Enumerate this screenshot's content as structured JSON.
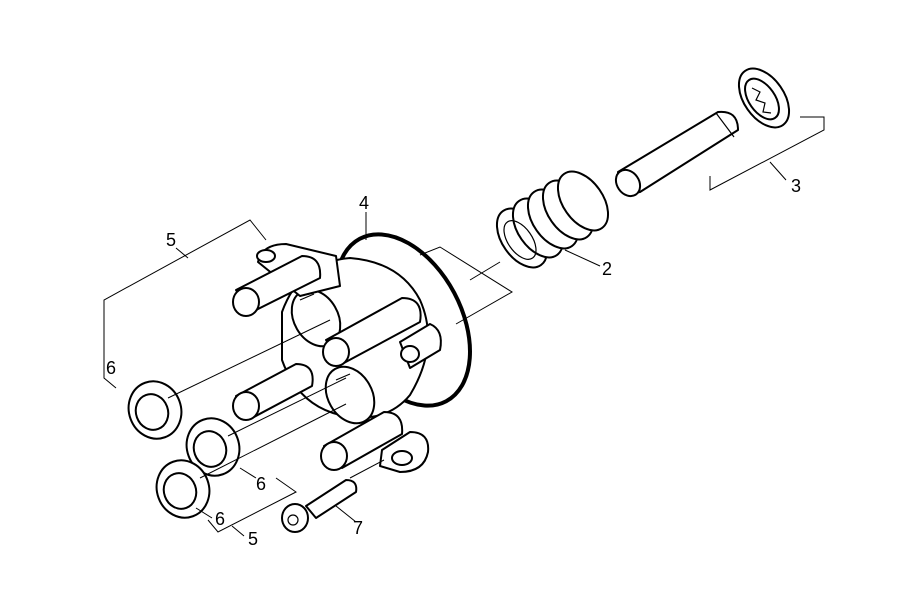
{
  "labels": {
    "l2": "2",
    "l3": "3",
    "l4": "4",
    "l5_top": "5",
    "l5_bottom": "5",
    "l6_a": "6",
    "l6_b": "6",
    "l6_c": "6",
    "l7": "7"
  }
}
